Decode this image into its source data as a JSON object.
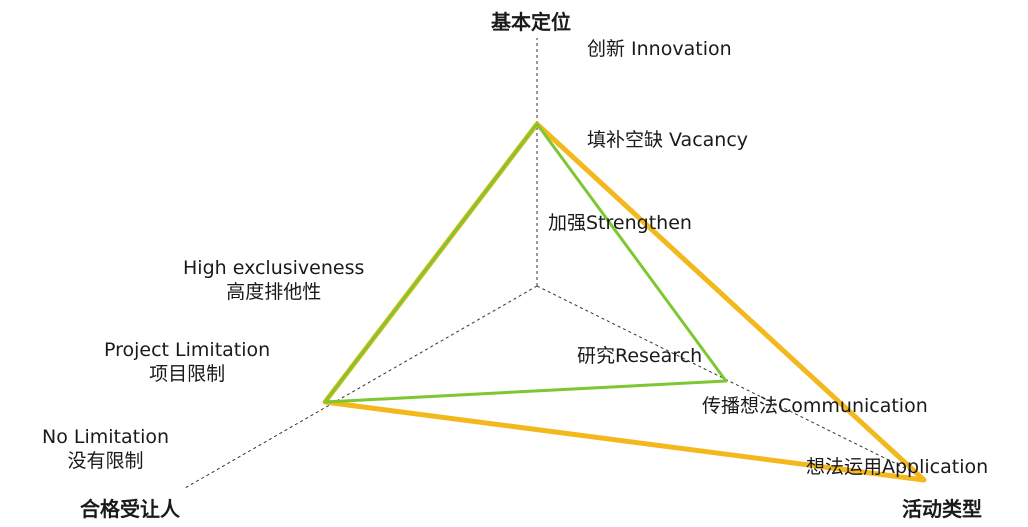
{
  "axes": {
    "top": "基本定位",
    "bottom_left": "合格受让人",
    "bottom_right": "活动类型"
  },
  "top_axis_levels": [
    "创新 Innovation",
    "填补空缺 Vacancy",
    "加强Strengthen"
  ],
  "left_axis_levels": [
    {
      "en": "High exclusiveness",
      "zh": "高度排他性"
    },
    {
      "en": "Project Limitation",
      "zh": "项目限制"
    },
    {
      "en": "No Limitation",
      "zh": "没有限制"
    }
  ],
  "right_axis_levels": [
    "研究Research",
    "传播想法Communication",
    "想法运用Application"
  ],
  "colors": {
    "outer_triangle": "#F2B81C",
    "inner_triangle": "#7DC832",
    "axis_line": "#333333"
  }
}
